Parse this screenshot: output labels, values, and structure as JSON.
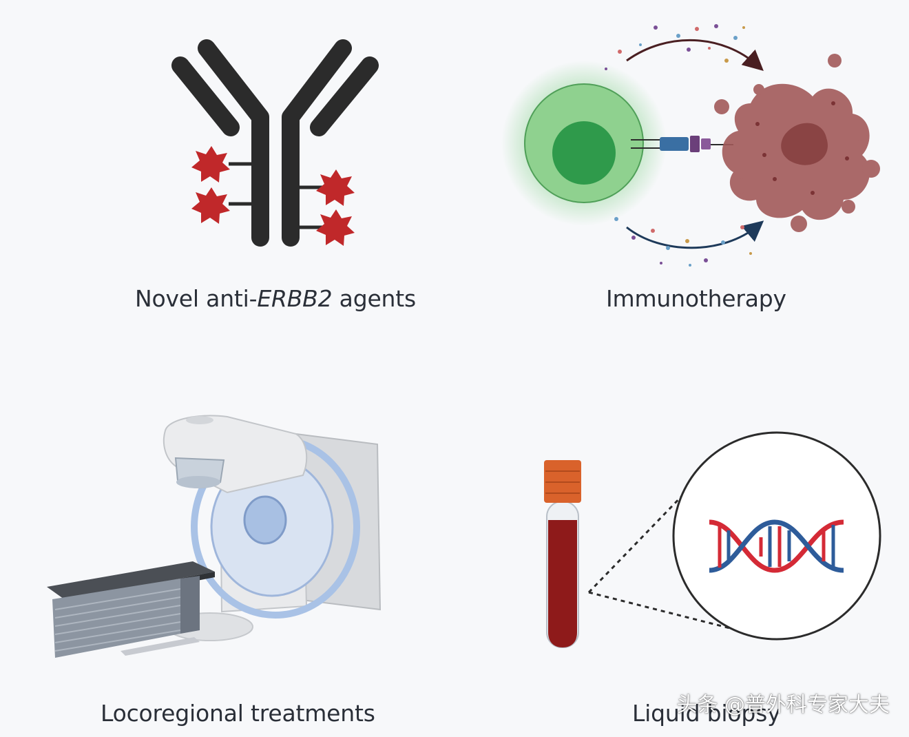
{
  "panels": {
    "antibody": {
      "caption_prefix": "Novel anti-",
      "caption_gene": "ERBB2",
      "caption_suffix": " agents"
    },
    "immunotherapy": {
      "caption": "Immunotherapy"
    },
    "locoregional": {
      "caption": "Locoregional treatments"
    },
    "liquid_biopsy": {
      "caption": "Liquid biopsy"
    }
  },
  "watermark": "头条 @普外科专家大夫",
  "colors": {
    "antibody": "#2b2b2b",
    "payload": "#c0282a",
    "t_cell": "#6fc07a",
    "tumor": "#a25a5a",
    "blood": "#8e1a1a",
    "cap": "#d9622b",
    "dna_red": "#d42a36",
    "dna_blue": "#2e5c9a"
  }
}
